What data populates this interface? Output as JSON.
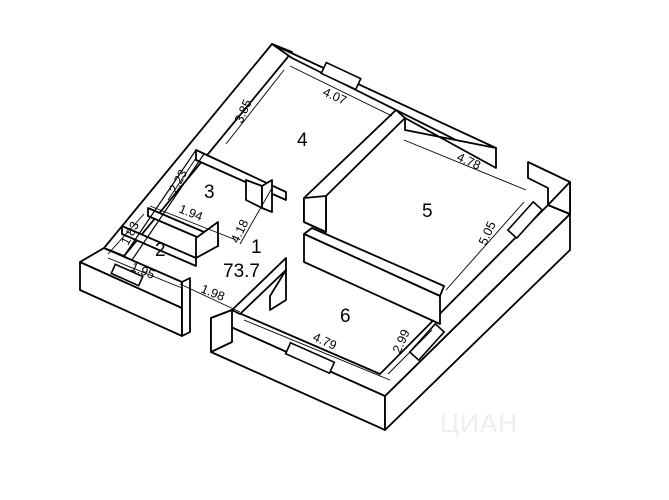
{
  "rooms": [
    {
      "number": "1"
    },
    {
      "number": "2"
    },
    {
      "number": "3"
    },
    {
      "number": "4"
    },
    {
      "number": "5"
    },
    {
      "number": "6"
    }
  ],
  "total_area": "73.7",
  "dimensions": {
    "room4_top": "4.07",
    "room4_left": "3.85",
    "room5_top": "4.78",
    "room5_right": "5.05",
    "room6_bottom": "4.79",
    "room6_right": "2.99",
    "room3_left": "2.23",
    "room3_bottom": "1.94",
    "corridor_depth": "4.18",
    "room2_left": "1.83",
    "room2_bottom": "1.95",
    "hall_bottom": "1.98"
  },
  "watermark": "ЦИАН"
}
